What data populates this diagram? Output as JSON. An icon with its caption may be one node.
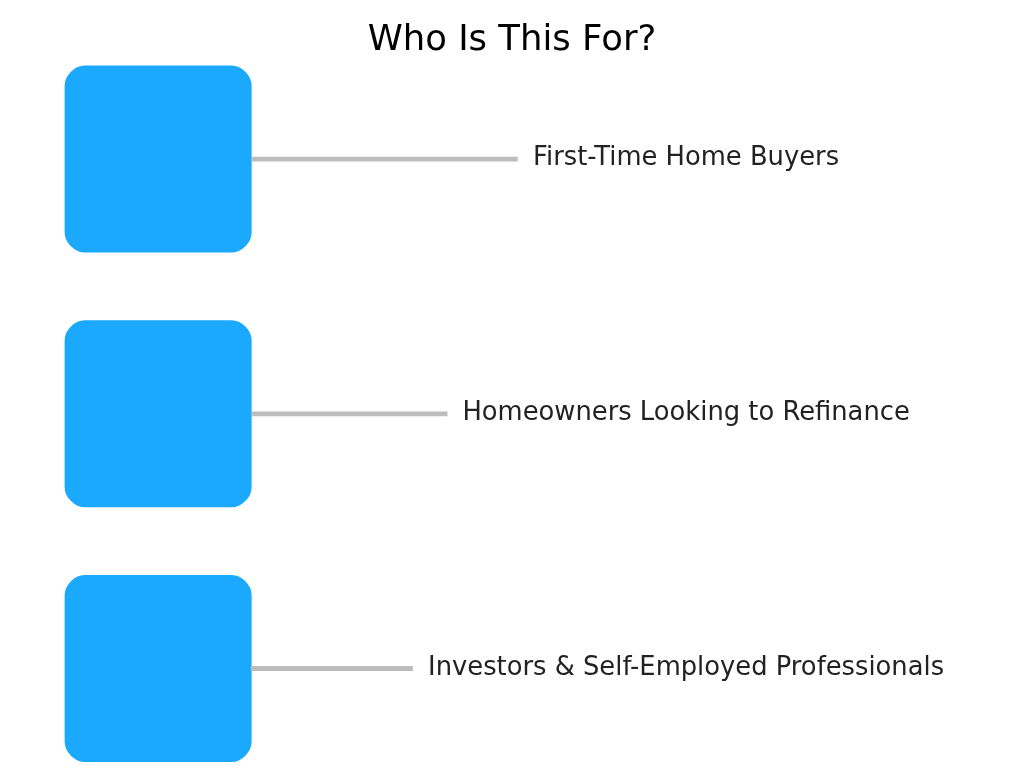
{
  "diagram": {
    "title": "Who Is This For?",
    "nodes": [
      {
        "text": [],
        "shape": "box"
      },
      {
        "text": [],
        "shape": "box"
      },
      {
        "text": [],
        "shape": "box"
      },
      {
        "text": [
          "First-Time Home Buyers"
        ]
      },
      {
        "text": [
          "Homeowners Looking to Refinance"
        ]
      },
      {
        "text": [
          "Investors & Self-Employed Professionals"
        ]
      }
    ],
    "edges": [
      {
        "from": 3,
        "to": 0,
        "arrow": "none",
        "color": "#bdbdbd"
      },
      {
        "from": 4,
        "to": 1,
        "arrow": "none",
        "color": "#bdbdbd"
      },
      {
        "from": 5,
        "to": 2,
        "arrow": "none",
        "color": "#bdbdbd"
      }
    ]
  }
}
